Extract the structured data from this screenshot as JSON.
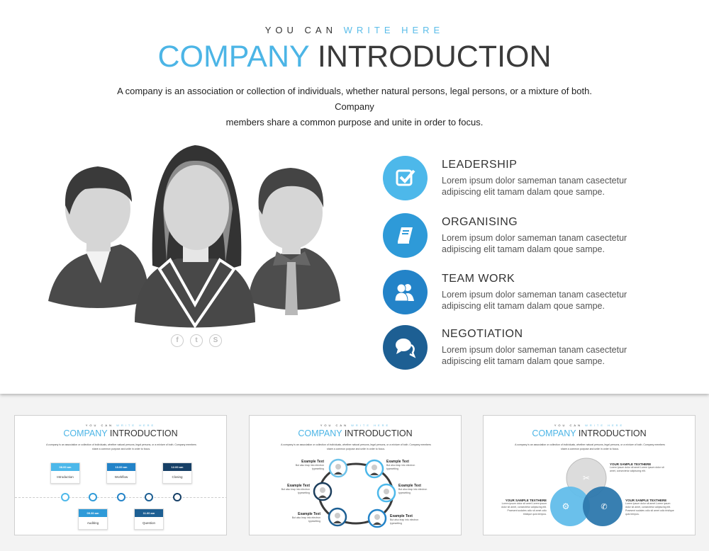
{
  "main": {
    "kicker_dark": "YOU CAN",
    "kicker_light": "WRITE HERE",
    "title_blue": "COMPANY",
    "title_dark": "INTRODUCTION",
    "description_line1": "A company is an association or collection of individuals, whether natural persons, legal persons, or a mixture of both. Company",
    "description_line2": "members share a common purpose and unite in order to focus.",
    "social_icons": [
      "facebook-icon",
      "twitter-icon",
      "skype-icon"
    ],
    "features": [
      {
        "icon": "checkbox-icon",
        "title": "LEADERSHIP",
        "text": "Lorem ipsum dolor sameman tanam casectetur adipiscing elit tamam dalam qoue sampe.",
        "color": "#4db8ea"
      },
      {
        "icon": "book-icon",
        "title": "ORGANISING",
        "text": "Lorem ipsum dolor sameman tanam casectetur adipiscing elit tamam dalam qoue sampe.",
        "color": "#2e9ad8"
      },
      {
        "icon": "users-icon",
        "title": "TEAM  WORK",
        "text": "Lorem ipsum dolor sameman tanam casectetur adipiscing elit tamam dalam qoue sampe.",
        "color": "#2383c8"
      },
      {
        "icon": "chat-bubbles-icon",
        "title": "NEGOTIATION",
        "text": "Lorem ipsum dolor sameman tanam casectetur adipiscing elit tamam dalam qoue sampe.",
        "color": "#1d5f93"
      }
    ]
  },
  "thumb_common": {
    "kicker_dark": "YOU CAN",
    "kicker_light": "WRITE HERE",
    "title_blue": "COMPANY",
    "title_dark": "INTRODUCTION",
    "description": "A company is an association or collection of individuals, whether natural persons, legal persons, or a mixture of both. Company members share a common purpose and unite in order to focus."
  },
  "timeline": [
    {
      "time": "08.00 am",
      "label": "Introduction",
      "color": "#4db8ea"
    },
    {
      "time": "09.30 am",
      "label": "Auditing",
      "color": "#2e9ad8"
    },
    {
      "time": "10.00 am",
      "label": "Workflow",
      "color": "#2383c8"
    },
    {
      "time": "11.00 am",
      "label": "Question",
      "color": "#1d5f93"
    },
    {
      "time": "12.00 am",
      "label": "Closing",
      "color": "#163f66"
    }
  ],
  "cycle": [
    {
      "title": "Example Text",
      "text": "But also leap into electron typesetting"
    },
    {
      "title": "Example Text",
      "text": "But also leap into electron typesetting"
    },
    {
      "title": "Example Text",
      "text": "But also leap into electron typesetting"
    },
    {
      "title": "Example Text",
      "text": "But also leap into electron typesetting"
    },
    {
      "title": "Example Text",
      "text": "But also leap into electron typesetting"
    },
    {
      "title": "Example Text",
      "text": "But also leap into electron typesetting"
    }
  ],
  "venn": [
    {
      "title": "YOUR  SAMPLE TEXTHERE",
      "text": "Lorem ipsum dolor sit amet Lorem ipsum dolor sit amet, consectetur adipiscing elit.",
      "icon": "tools-icon"
    },
    {
      "title": "YOUR  SAMPLE TEXTHERE",
      "text": "Lorem ipsum dolor sit amet Lorem ipsum dolor sit amet, consectetur adipiscing elit. Praesent sodales odio sit amet odio tristique quis tempus.",
      "icon": "gears-icon"
    },
    {
      "title": "YOUR  SAMPLE TEXTHERE",
      "text": "Lorem ipsum dolor sit amet Lorem ipsum dolor sit amet, consectetur adipiscing elit. Praesent sodales odio sit amet odio tristique quis tempus.",
      "icon": "phone-icon"
    }
  ]
}
